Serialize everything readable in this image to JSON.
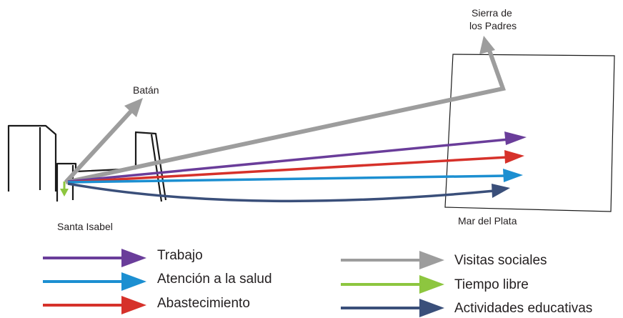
{
  "places": {
    "sierra_de_los_padres_line1": "Sierra de",
    "sierra_de_los_padres_line2": "los Padres",
    "batan": "Batán",
    "santa_isabel": "Santa Isabel",
    "mar_del_plata": "Mar del Plata"
  },
  "legend": [
    {
      "label": "Trabajo",
      "color": "#6a3d9a"
    },
    {
      "label": "Atención a la salud",
      "color": "#1c8fd1"
    },
    {
      "label": "Abastecimiento",
      "color": "#d6312a"
    },
    {
      "label": "Visitas sociales",
      "color": "#9d9d9d"
    },
    {
      "label": "Tiempo libre",
      "color": "#8dc63f"
    },
    {
      "label": "Actividades educativas",
      "color": "#3a4f7a"
    }
  ],
  "colors": {
    "trabajo": "#6a3d9a",
    "salud": "#1c8fd1",
    "abastecimiento": "#d6312a",
    "visitas": "#9d9d9d",
    "tiempo_libre": "#8dc63f",
    "educativas": "#3a4f7a",
    "outline": "#1a1a1a"
  }
}
